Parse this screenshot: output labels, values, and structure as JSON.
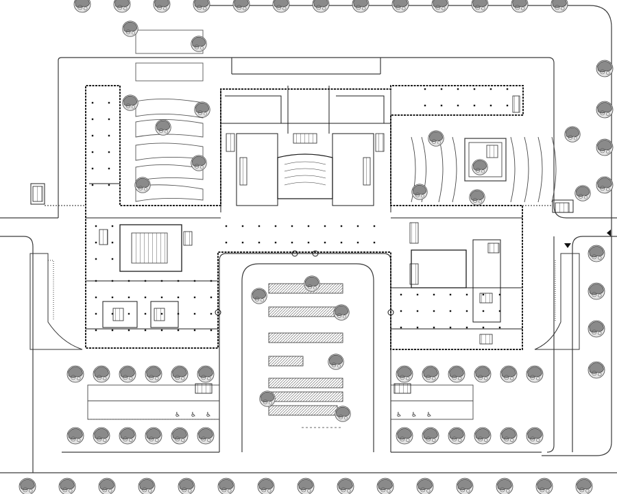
{
  "drawing": {
    "kind": "site-plan",
    "text_labels": [],
    "colors": {
      "background": "#ffffff",
      "line": "#3a3a3a",
      "wall": "#1a1a1a",
      "tree_fill": "#d9d9d9",
      "tree_dark": "#8a8a8a"
    }
  },
  "symbols": {
    "tree": "tree-icon",
    "parking_stall": "parking-stall",
    "column_grid": "structural-column",
    "stair": "stair-icon",
    "accessibility": "wheelchair-icon",
    "entrance_arrow": "entrance-arrow-icon"
  }
}
